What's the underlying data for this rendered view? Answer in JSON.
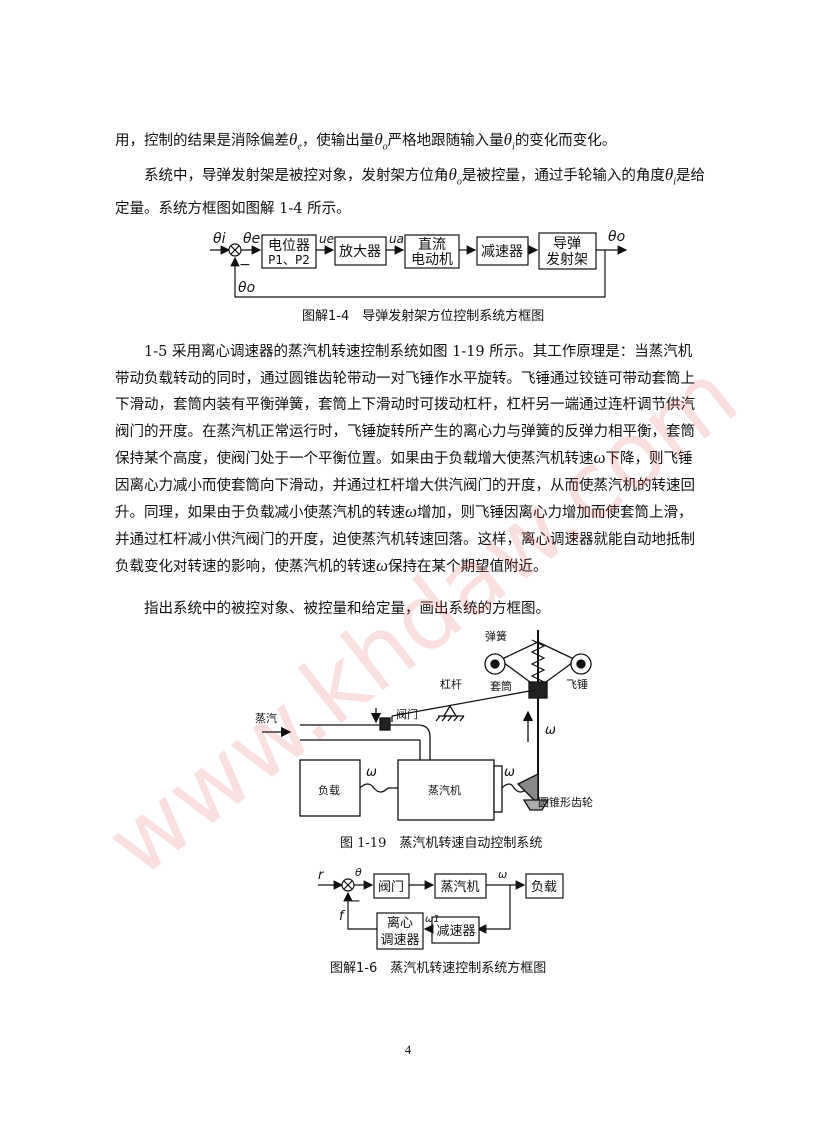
{
  "p1": {
    "a": "用，控制的结果是消除偏差",
    "m1": "θ",
    "m1s": "e",
    "b": "，使输出量",
    "m2": "θ",
    "m2s": "o",
    "c": "严格地跟随输入量",
    "m3": "θ",
    "m3s": "i",
    "d": "的变化而变化。"
  },
  "p2": {
    "a": "系统中，导弹发射架是被控对象，发射架方位角",
    "m1": "θ",
    "m1s": "o",
    "b": "是被控量，通过手轮输入的角度",
    "m2": "θ",
    "m2s": "i",
    "c": "是给定量。系统方框图如图解 1-4 所示。"
  },
  "fig14": {
    "in_label": "θi",
    "err_label": "θe",
    "pot_line1": "电位器",
    "pot_line2": "P1、P2",
    "ue_label": "ue",
    "amp": "放大器",
    "ua_label": "ua",
    "motor_line1": "直流",
    "motor_line2": "电动机",
    "reducer": "减速器",
    "launcher_line1": "导弹",
    "launcher_line2": "发射架",
    "out_label": "θo",
    "fb_label": "θo",
    "caption": "图解1-4　导弹发射架方位控制系统方框图"
  },
  "p3": {
    "text": "1-5 采用离心调速器的蒸汽机转速控制系统如图 1-19 所示。其工作原理是：当蒸汽机带动负载转动的同时，通过圆锥齿轮带动一对飞锤作水平旋转。飞锤通过铰链可带动套筒上下滑动，套筒内装有平衡弹簧，套筒上下滑动时可拨动杠杆，杠杆另一端通过连杆调节供汽阀门的开度。在蒸汽机正常运行时，飞锤旋转所产生的离心力与弹簧的反弹力相平衡，套筒保持某个高度，使阀门处于一个平衡位置。如果由于负载增大使蒸汽机转速",
    "m1": "ω",
    "b": "下降，则飞锤因离心力减小而使套筒向下滑动，并通过杠杆增大供汽阀门的开度，从而使蒸汽机的转速回升。同理，如果由于负载减小使蒸汽机的转速",
    "m2": "ω",
    "c": "增加，则飞锤因离心力增加而使套筒上滑，并通过杠杆减小供汽阀门的开度，迫使蒸汽机转速回落。这样，离心调速器就能自动地抵制负载变化对转速的影响，使蒸汽机的转速",
    "m3": "ω",
    "d": "保持在某个期望值附近。"
  },
  "p4": {
    "text": "指出系统中的被控对象、被控量和给定量，画出系统的方框图。"
  },
  "fig119": {
    "spring": "弹簧",
    "lever": "杠杆",
    "sleeve": "套筒",
    "flyball": "飞锤",
    "steam": "蒸汽",
    "valve": "阀门",
    "load": "负载",
    "engine": "蒸汽机",
    "gear": "圆锥形齿轮",
    "omega": "ω",
    "caption": "图 1-19　蒸汽机转速自动控制系统"
  },
  "fig16": {
    "r": "r",
    "theta": "θ",
    "valve": "阀门",
    "engine": "蒸汽机",
    "omega": "ω",
    "load": "负载",
    "f": "f",
    "gov_line1": "离心",
    "gov_line2": "调速器",
    "omega1": "ω1",
    "reducer": "减速器",
    "caption": "图解1-6　蒸汽机转速控制系统方框图"
  },
  "page_number": "4",
  "watermark": "www.khdaw.com"
}
